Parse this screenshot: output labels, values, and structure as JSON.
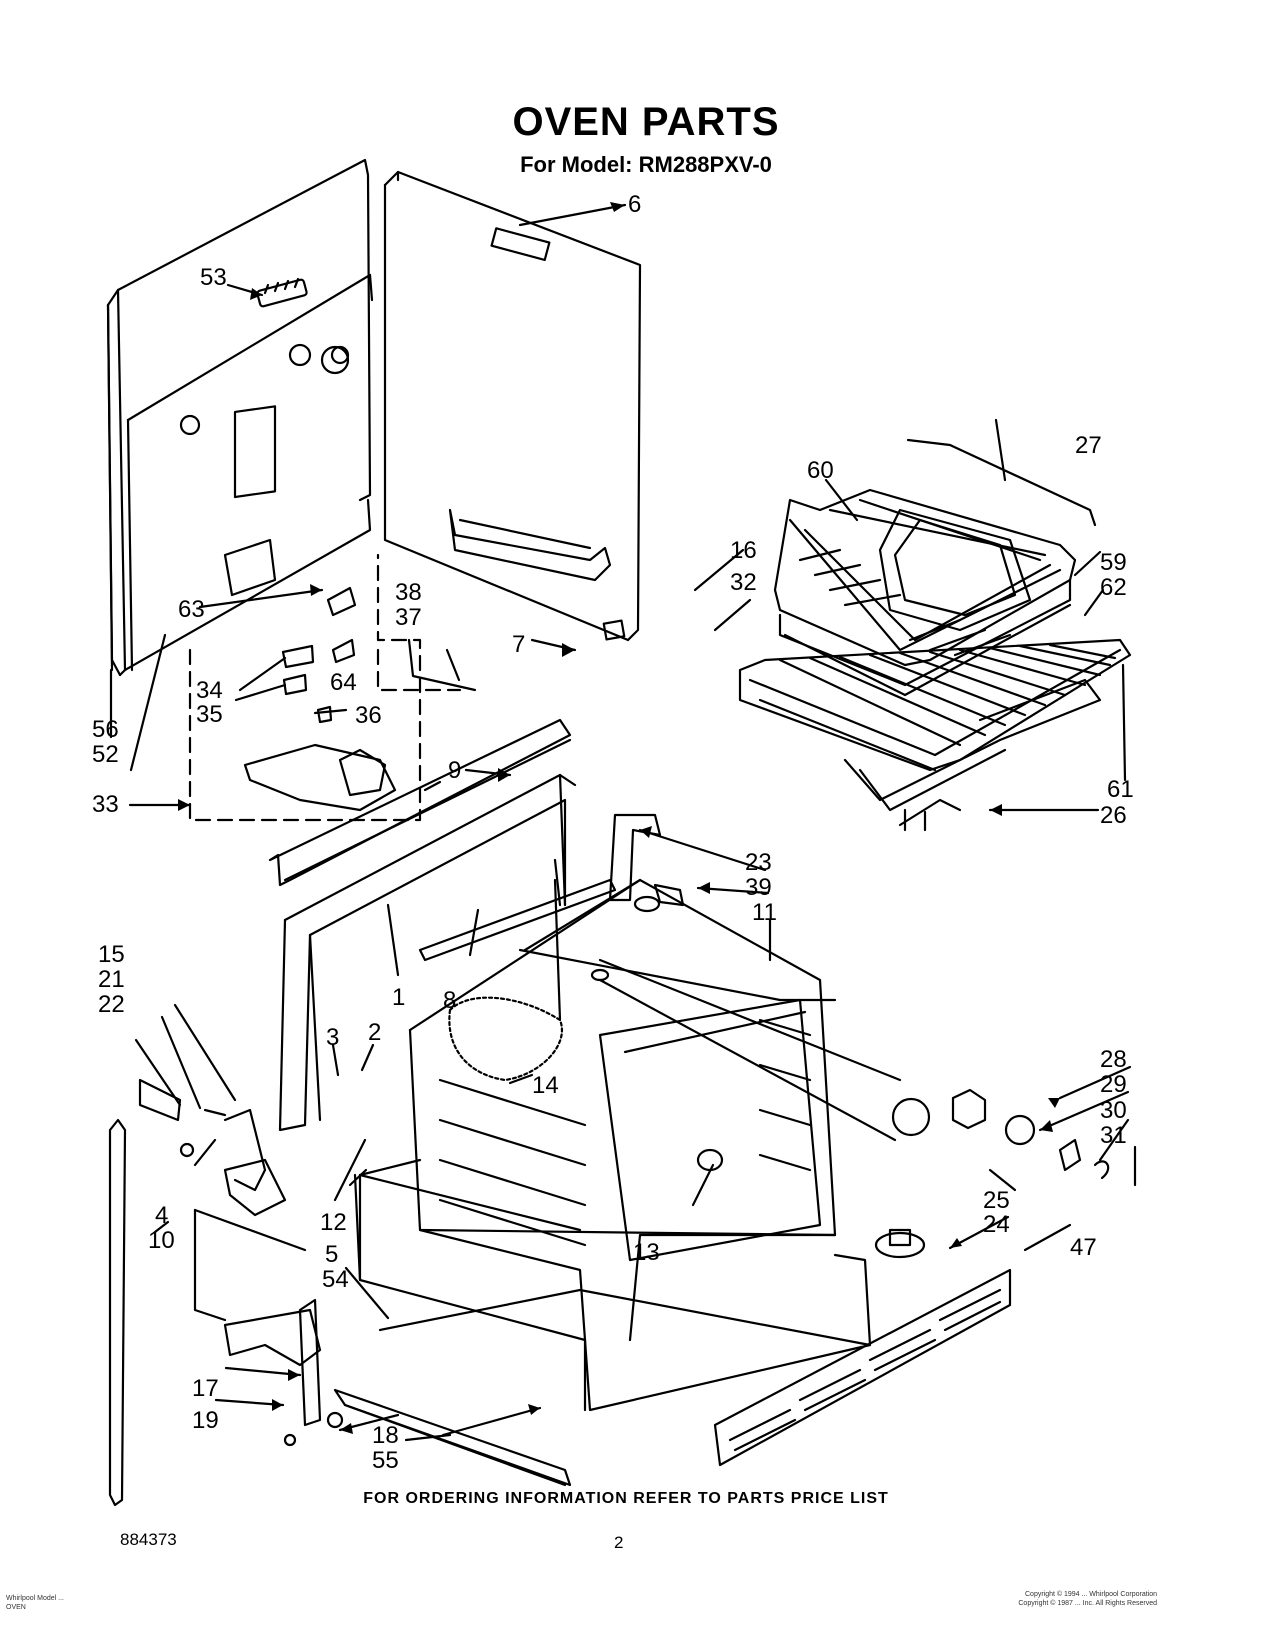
{
  "header": {
    "title": "OVEN PARTS",
    "model_line": "For Model: RM288PXV-0"
  },
  "footer": {
    "ordering_note": "FOR ORDERING INFORMATION REFER TO PARTS PRICE LIST",
    "document_number": "884373",
    "page_number": "2",
    "left_small_line1": "Whirlpool Model ...",
    "left_small_line2": "OVEN",
    "right_small_line1": "Copyright © 1994 ... Whirlpool Corporation",
    "right_small_line2": "Copyright © 1987 ... Inc. All Rights Reserved"
  },
  "callouts": {
    "c1": "1",
    "c2": "2",
    "c3": "3",
    "c4": "4",
    "c5": "5",
    "c6": "6",
    "c7": "7",
    "c8": "8",
    "c9": "9",
    "c10": "10",
    "c11": "11",
    "c12": "12",
    "c13": "13",
    "c14": "14",
    "c15": "15",
    "c16": "16",
    "c17": "17",
    "c18": "18",
    "c19": "19",
    "c21": "21",
    "c22": "22",
    "c23": "23",
    "c24": "24",
    "c25": "25",
    "c26": "26",
    "c27": "27",
    "c28": "28",
    "c29": "29",
    "c30": "30",
    "c31": "31",
    "c32": "32",
    "c33": "33",
    "c34": "34",
    "c35": "35",
    "c36": "36",
    "c37": "37",
    "c38": "38",
    "c39": "39",
    "c47": "47",
    "c52": "52",
    "c53": "53",
    "c54": "54",
    "c55": "55",
    "c56": "56",
    "c59": "59",
    "c60": "60",
    "c61": "61",
    "c62": "62",
    "c63": "63",
    "c64": "64"
  }
}
